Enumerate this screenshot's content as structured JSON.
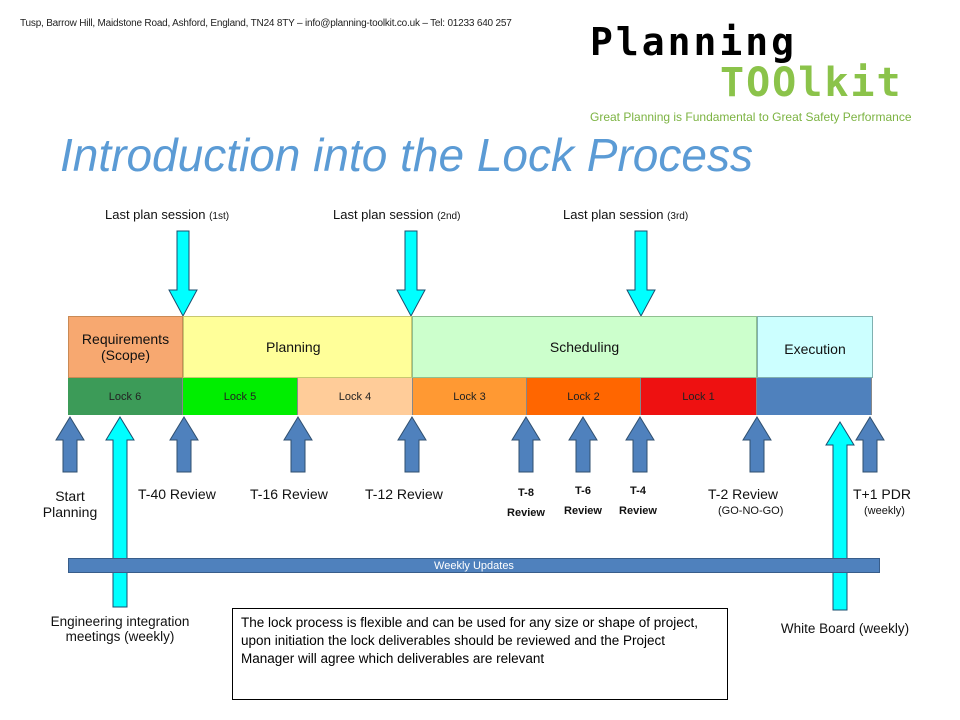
{
  "header": {
    "contact": "Tusp, Barrow Hill, Maidstone Road, Ashford, England, TN24 8TY – info@planning-toolkit.co.uk – Tel: 01233 640 257",
    "logo_line1": "Planning",
    "logo_line2": "TOOlkit",
    "tagline": "Great Planning is Fundamental to Great Safety Performance"
  },
  "title": "Introduction into the Lock Process",
  "sessions": [
    {
      "label": "Last plan session",
      "suffix": "(1st)"
    },
    {
      "label": "Last plan session",
      "suffix": "(2nd)"
    },
    {
      "label": "Last plan session",
      "suffix": "(3rd)"
    }
  ],
  "phases": [
    {
      "label": "Requirements (Scope)",
      "color": "#f7a870"
    },
    {
      "label": "Planning",
      "color": "#ffff99"
    },
    {
      "label": "Scheduling",
      "color": "#ccffcc"
    },
    {
      "label": "Execution",
      "color": "#ccffff"
    }
  ],
  "locks": [
    {
      "label": "Lock 6",
      "color": "#3c9b58"
    },
    {
      "label": "Lock 5",
      "color": "#00ee00"
    },
    {
      "label": "Lock 4",
      "color": "#ffcc99"
    },
    {
      "label": "Lock 3",
      "color": "#ff9933"
    },
    {
      "label": "Lock 2",
      "color": "#ff6600"
    },
    {
      "label": "Lock 1",
      "color": "#ee1111"
    },
    {
      "label": "",
      "color": "#4f81bd"
    }
  ],
  "reviews": {
    "start": "Start Planning",
    "t40": "T-40 Review",
    "t16": "T-16 Review",
    "t12": "T-12 Review",
    "t8_top": "T-8",
    "t8_bottom": "Review",
    "t6_top": "T-6",
    "t6_bottom": "Review",
    "t4_top": "T-4",
    "t4_bottom": "Review",
    "t2": "T-2   Review",
    "t2_sub": "(GO-NO-GO)",
    "t1": "T+1 PDR",
    "t1_sub": "(weekly)"
  },
  "weekly_updates": "Weekly Updates",
  "engineering": "Engineering integration meetings (weekly)",
  "whiteboard": "White Board (weekly)",
  "note": "The lock process is flexible and can be used for any size or shape of project, upon initiation the lock deliverables should be reviewed and the Project Manager will agree which deliverables are relevant",
  "colors": {
    "arrow_cyan": "#00ffff",
    "arrow_blue": "#4f81bd",
    "title": "#5b9bd5",
    "brand_green": "#8bc34a"
  }
}
